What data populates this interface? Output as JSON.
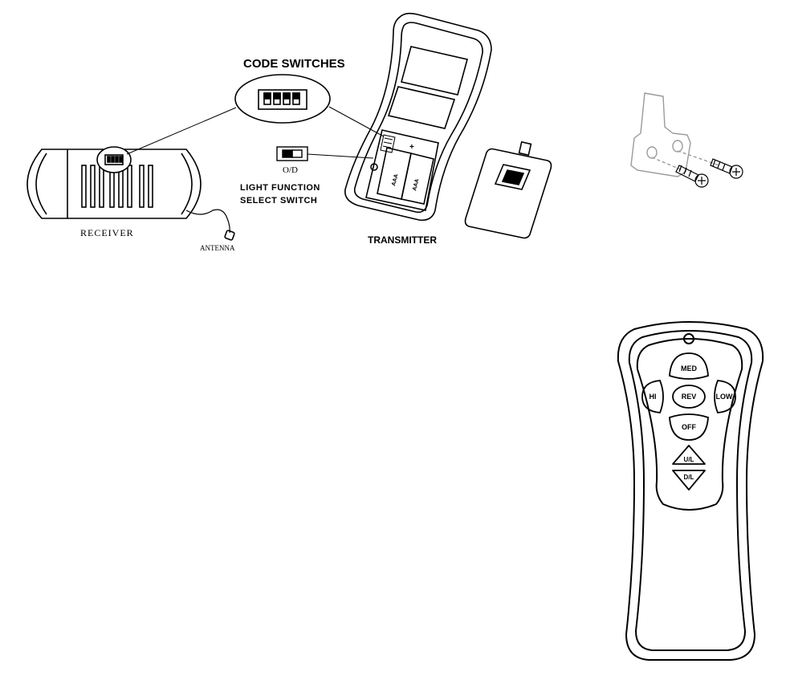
{
  "labels": {
    "code_switches": "CODE SWITCHES",
    "od": "O/D",
    "light_function_line1": "LIGHT FUNCTION",
    "light_function_line2": "SELECT SWITCH",
    "transmitter": "TRANSMITTER",
    "receiver": "RECEIVER",
    "antenna": "ANTENNA",
    "battery_aaa_1": "AAA",
    "battery_aaa_2": "AAA"
  },
  "remote_buttons": {
    "med": "MED",
    "hi": "HI",
    "rev": "REV",
    "low": "LOW",
    "off": "OFF",
    "up_light": "U/L",
    "down_light": "D/L"
  }
}
